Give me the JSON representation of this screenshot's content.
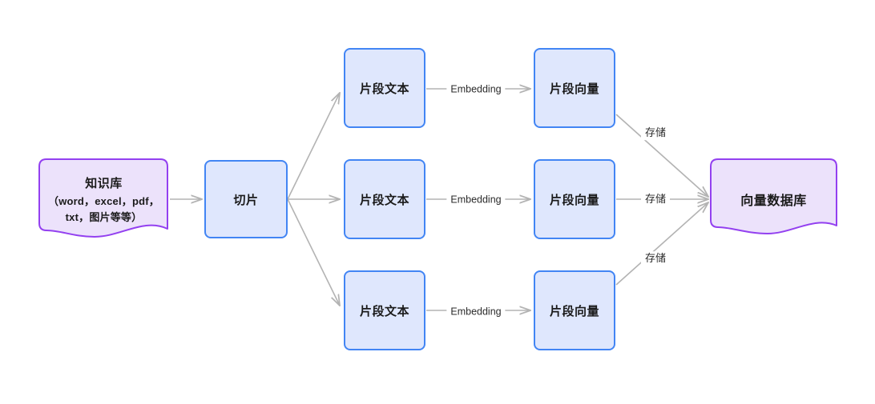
{
  "diagram": {
    "title_kb": "知识库",
    "subtitle_kb": "（word，excel，pdf，\ntxt，图片等等）",
    "subtitle_kb_line1": "（word，excel，pdf，",
    "subtitle_kb_line2": "txt，图片等等）",
    "slice_label": "切片",
    "chunk_text_1": "片段文本",
    "chunk_text_2": "片段文本",
    "chunk_text_3": "片段文本",
    "chunk_vector_1": "片段向量",
    "chunk_vector_2": "片段向量",
    "chunk_vector_3": "片段向量",
    "vector_db": "向量数据库",
    "embedding_1": "Embedding",
    "embedding_2": "Embedding",
    "embedding_3": "Embedding",
    "store_1": "存储",
    "store_2": "存储",
    "store_3": "存储"
  },
  "colors": {
    "box_fill": "#dfe7fd",
    "box_border": "#4285f4",
    "doc_fill": "#ece2fb",
    "doc_border": "#9340f0",
    "edge": "#b3b3b3",
    "text": "#1a1a1a",
    "background": "#ffffff"
  }
}
